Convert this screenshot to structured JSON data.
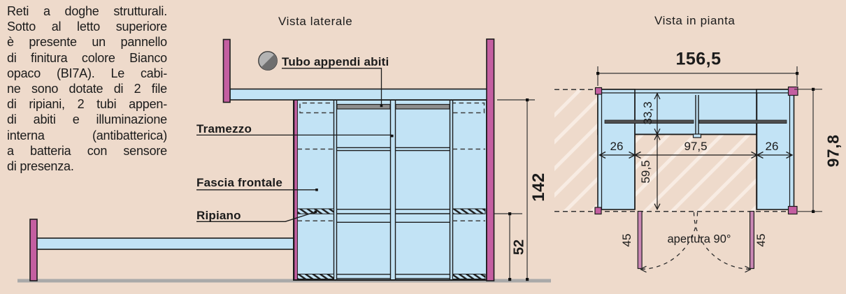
{
  "description": {
    "lines": [
      "Reti a doghe strutturali.",
      "Sotto al letto superiore",
      "è presente un pannello",
      "di finitura colore Bianco",
      "opaco (BI7A). Le cabi-",
      "ne sono dotate di 2 file",
      "di ripiani, 2 tubi appen-",
      "di abiti e illuminazione",
      "interna (antibatterica)",
      "a batteria con sensore",
      "di presenza."
    ]
  },
  "side_view": {
    "title": "Vista laterale",
    "labels": {
      "tube": "Tubo appendi abiti",
      "partition": "Tramezzo",
      "front_band": "Fascia frontale",
      "shelf": "Ripiano"
    },
    "dimensions": {
      "total_height": "142",
      "shelf_height": "52"
    }
  },
  "plan_view": {
    "title": "Vista in pianta",
    "dimensions": {
      "total_width": "156,5",
      "total_depth": "97,8",
      "top_band_depth": "33,3",
      "left_cabinet_width": "26",
      "center_opening_width": "97,5",
      "right_cabinet_width": "26",
      "inner_depth": "59,5",
      "left_door_width": "45",
      "right_door_width": "45",
      "opening_note": "apertura 90°"
    }
  },
  "colors": {
    "background": "#eedacb",
    "panel_blue": "#c2e3f5",
    "structure_pink": "#c45fa1",
    "door_pink": "#c987b3",
    "hatch_stripe": "#f8ece3",
    "line": "#1b1b1b",
    "floor_gray": "#a9a9a9",
    "tube_gray": "#8e8e8e"
  }
}
